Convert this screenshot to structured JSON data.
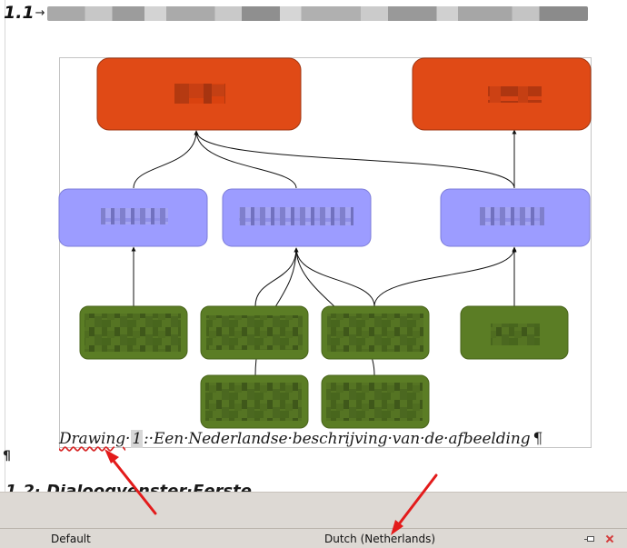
{
  "document": {
    "heading_number": "1.1",
    "heading_tab_marker": "→",
    "caption": {
      "label": "Drawing",
      "separator_1": "·",
      "number": "1",
      "separator_2": ":·",
      "text": "Een·Nederlandse·beschrijving·van·de·afbeelding",
      "paragraph_mark": "¶"
    },
    "left_cursor_marker": "¶",
    "next_heading": "1.2· Dialoogvenster·Eerste"
  },
  "status_bar": {
    "page_style": "Default",
    "language": "Dutch (Netherlands)"
  },
  "colors": {
    "top_box_fill": "#e04a16",
    "top_box_stroke": "#9f3410",
    "mid_box_fill": "#9c9cff",
    "mid_box_stroke": "#7d7dd9",
    "bottom_box_fill": "#5b7d25",
    "bottom_box_stroke": "#4a651d",
    "connector_line": "#111111",
    "annotation_arrow": "#e31b1b",
    "status_background": "#ddd9d4"
  },
  "icons": {
    "selection-mode-icon": "small rectangle with line",
    "document-modified-icon": "red x"
  }
}
